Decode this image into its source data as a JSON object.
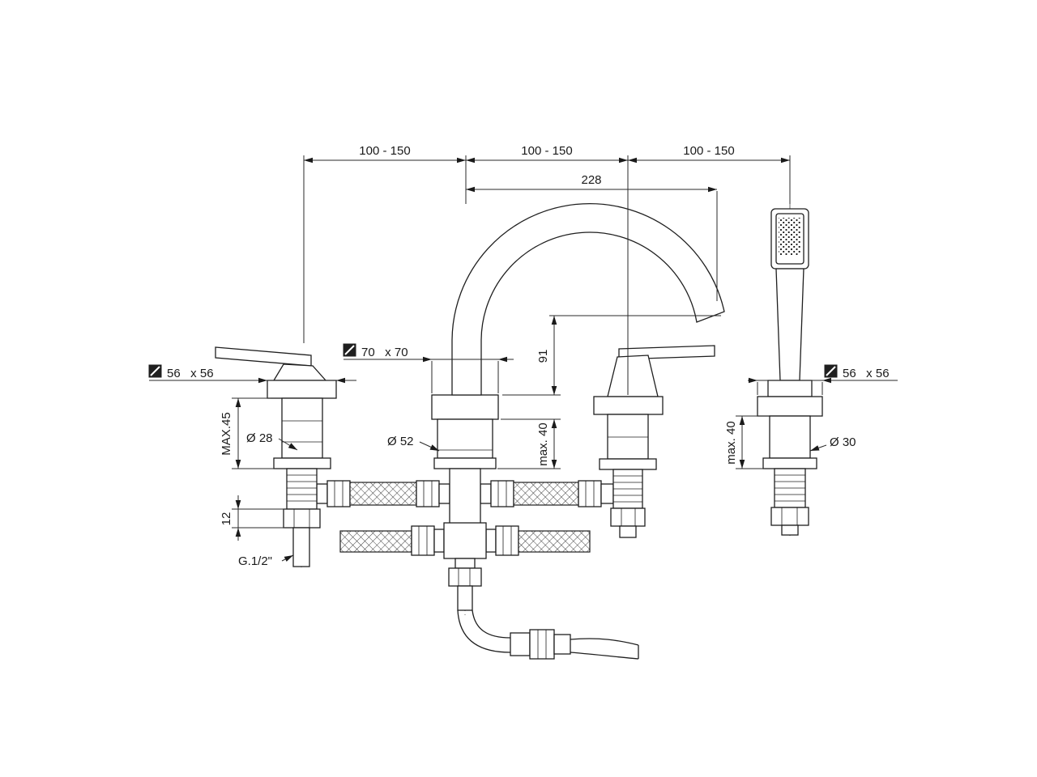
{
  "drawing": {
    "top_dims": {
      "left": "100 - 150",
      "center": "100 - 150",
      "right": "100 - 150",
      "reach": "228"
    },
    "base_sizes": {
      "left": "56   x 56",
      "center": "70   x 70",
      "right": "56   x 56"
    },
    "heights": {
      "max_left": "MAX.45",
      "spout_height": "91",
      "max_center": "max. 40",
      "max_right": "max. 40",
      "shank": "12"
    },
    "diameters": {
      "left": "Ø 28",
      "center": "Ø 52",
      "right": "Ø 30"
    },
    "thread": "G.1/2\""
  }
}
